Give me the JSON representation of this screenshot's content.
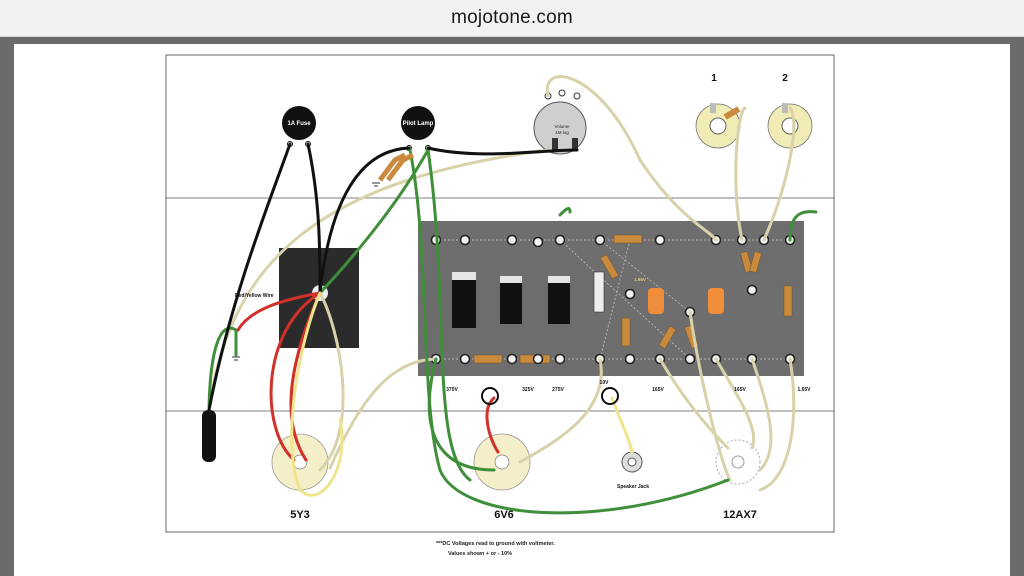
{
  "browser": {
    "url": "mojotone.com"
  },
  "labels": {
    "fuse": "1A Fuse",
    "pilot_lamp": "Pilot Lamp",
    "volume": "Volume",
    "volume_sub": "1M log",
    "jack1": "1",
    "jack2": "2",
    "red_yellow_wire": "Red/Yellow Wire",
    "speaker_jack": "Speaker Jack",
    "tube_5y3": "5Y3",
    "tube_6v6": "6V6",
    "tube_12ax7": "12AX7"
  },
  "voltages": [
    "370V",
    "325V",
    "275V",
    "19V",
    "165V",
    "165V",
    "1.65V"
  ],
  "voltage_mid": "1.65V",
  "footnote": {
    "line1": "***DC Voltages read to ground with voltmeter.",
    "line2": "Values shown + or - 10%"
  },
  "colors": {
    "wire_cream": "#d7d2aa",
    "wire_green": "#3f8f3a",
    "wire_black": "#111111",
    "wire_red": "#d2302a",
    "wire_yellow": "#f0e58c",
    "board": "#6e6e6e",
    "resistor": "#c98a3e",
    "cap_orange": "#ef8d3a"
  }
}
